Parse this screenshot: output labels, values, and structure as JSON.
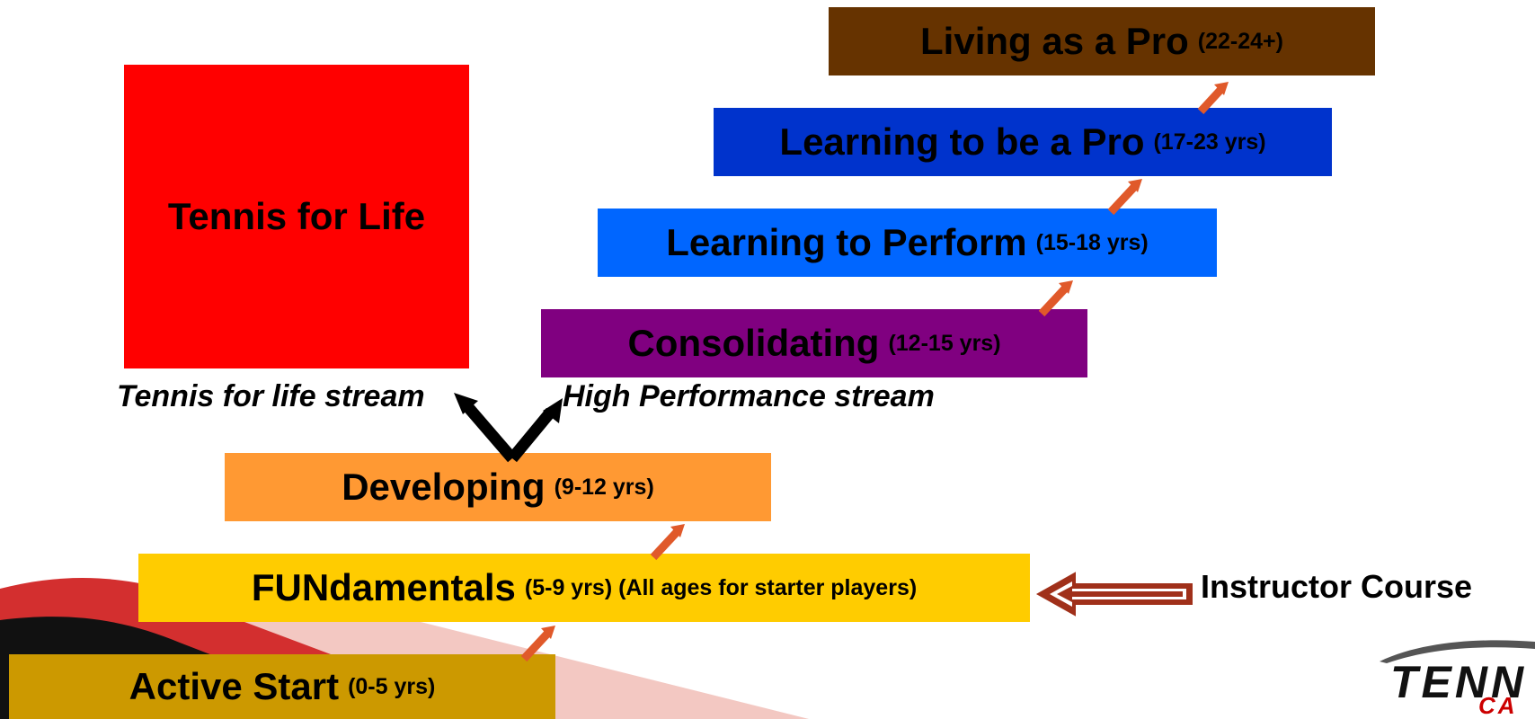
{
  "stages": {
    "active_start": {
      "title": "Active Start",
      "ages": "(0-5 yrs)"
    },
    "fundamentals": {
      "title": "FUNdamentals",
      "ages": "(5-9 yrs) (All ages for starter players)"
    },
    "developing": {
      "title": "Developing",
      "ages": "(9-12 yrs)"
    },
    "consolidating": {
      "title": "Consolidating",
      "ages": "(12-15 yrs)"
    },
    "learning_to_perform": {
      "title": "Learning to Perform",
      "ages": "(15-18 yrs)"
    },
    "learning_to_be_a_pro": {
      "title": "Learning to be a Pro",
      "ages": "(17-23 yrs)"
    },
    "living_as_a_pro": {
      "title": "Living as a Pro",
      "ages": "(22-24+)"
    }
  },
  "tennis_for_life_box": {
    "title": "Tennis for Life"
  },
  "streams": {
    "tennis_for_life": "Tennis for life stream",
    "high_performance": "High Performance stream"
  },
  "instructor_course": "Instructor Course",
  "logo": {
    "line1": "TENN",
    "line2": "CA"
  },
  "colors": {
    "active_start": "#cc9900",
    "fundamentals": "#ffcc00",
    "developing": "#ff9933",
    "consolidating": "#800080",
    "learning_to_perform": "#0066ff",
    "learning_to_be_a_pro": "#0033cc",
    "living_as_a_pro": "#663300",
    "tennis_for_life": "#ff0000",
    "step_arrow": "#e0592a",
    "instructor_arrow": "#a0301a"
  }
}
